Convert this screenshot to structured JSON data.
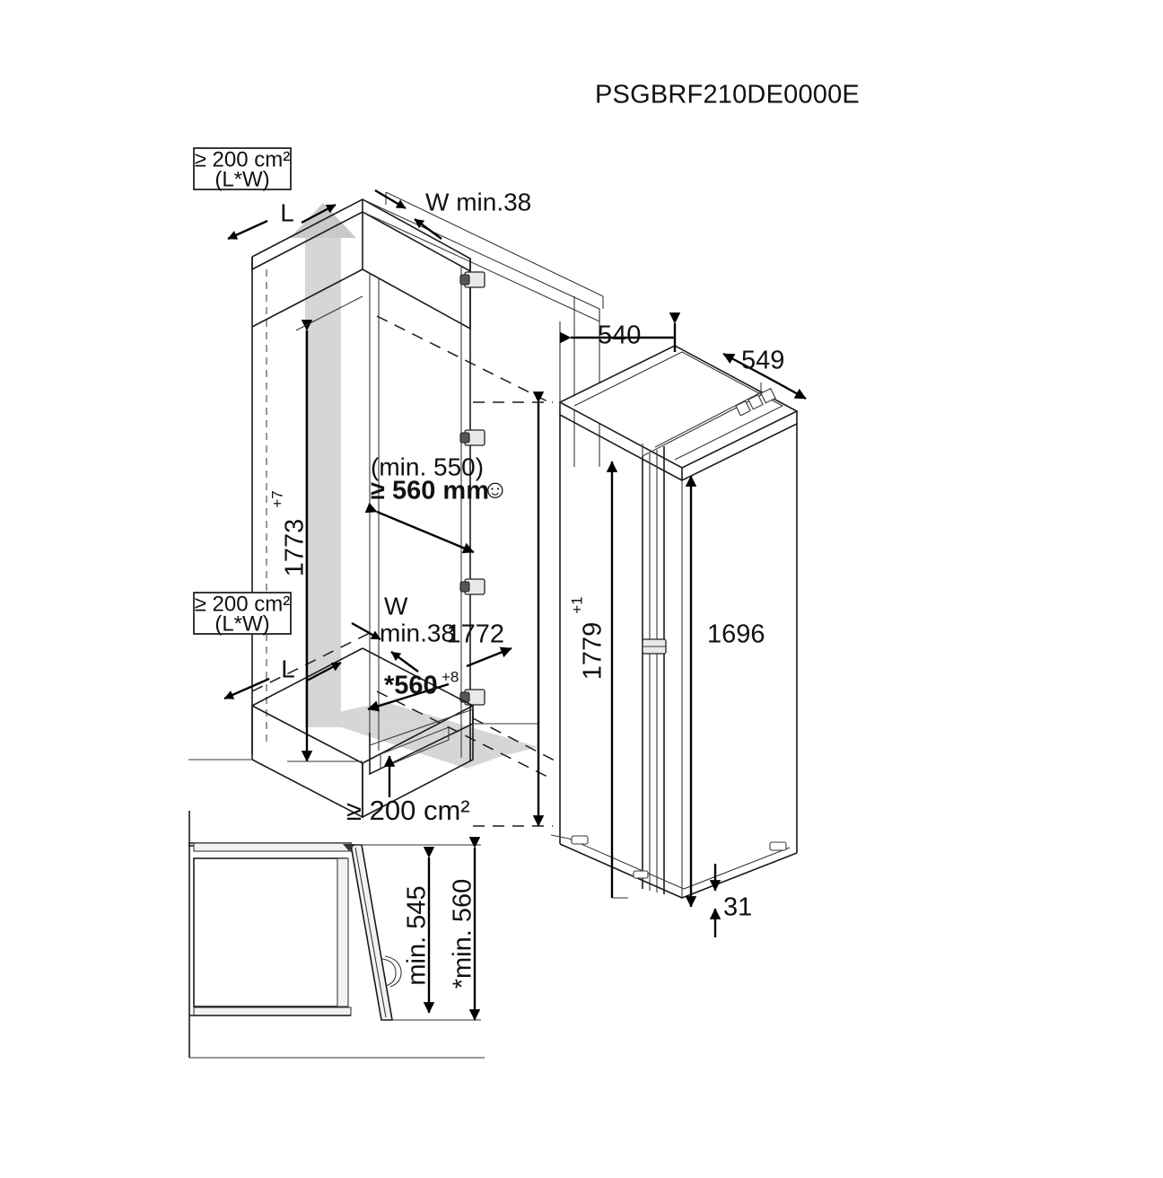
{
  "document": {
    "title": "PSGBRF210DE0000E",
    "type": "appliance-installation-dimension-drawing"
  },
  "annotations": {
    "vent_box_top": {
      "line1": "≥ 200 cm²",
      "line2": "(L*W)"
    },
    "vent_box_bottom": {
      "line1": "≥ 200 cm²",
      "line2": "(L*W)"
    },
    "vent_bottom_plinth": "≥ 200 cm²",
    "label_L_top": "L",
    "label_L_bottom": "L",
    "label_W_top": "W min.38",
    "label_W_bottom_line1": "W",
    "label_W_bottom_line2": "min.38",
    "niche_depth_note": "(min. 550)",
    "niche_depth_main": "≥ 560 mm",
    "niche_depth_smiley": "☺"
  },
  "dimensions": {
    "niche_height": {
      "value": "1773",
      "tolerance": "+7"
    },
    "niche_width": {
      "value": "*560",
      "tolerance": "+8"
    },
    "niche_opening_height": {
      "value": "1772"
    },
    "appliance_depth_body": {
      "value": "540"
    },
    "appliance_depth_total": {
      "value": "549"
    },
    "appliance_height": {
      "value": "1779",
      "tolerance": "+1"
    },
    "appliance_door_height": {
      "value": "1696"
    },
    "plinth_gap": {
      "value": "31"
    },
    "plan_depth_inner": {
      "value": "min. 545"
    },
    "plan_depth_outer": {
      "value": "*min. 560"
    }
  },
  "colors": {
    "line": "#1a1a1a",
    "airflow": "#d6d6d6",
    "panel": "#f2f2f2",
    "background": "#ffffff"
  }
}
